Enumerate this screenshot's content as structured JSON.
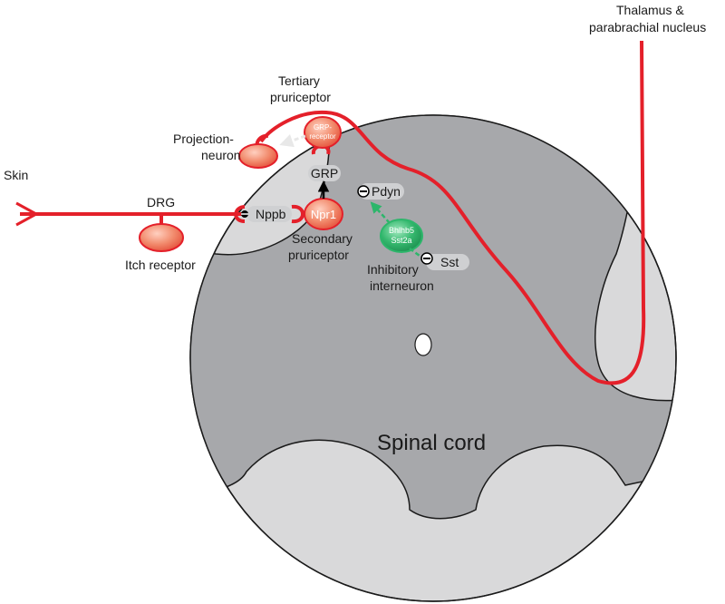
{
  "labels": {
    "thalamus_line1": "Thalamus &",
    "thalamus_line2": "parabrachial nucleus",
    "skin": "Skin",
    "drg": "DRG",
    "itch_receptor": "Itch receptor",
    "tertiary_line1": "Tertiary",
    "tertiary_line2": "pruriceptor",
    "projection_line1": "Projection-",
    "projection_line2": "neuron",
    "secondary_line1": "Secondary",
    "secondary_line2": "pruriceptor",
    "inhibitory_line1": "Inhibitory",
    "inhibitory_line2": "interneuron",
    "spinal_cord": "Spinal cord"
  },
  "molecules": {
    "nppb": "Nppb",
    "grp": "GRP",
    "pdyn": "Pdyn",
    "sst": "Sst"
  },
  "cells": {
    "npr1": "Npr1",
    "grp_receptor_line1": "GRP-",
    "grp_receptor_line2": "receptor",
    "bhlhb5": "Bhlhb5",
    "sst2a": "Sst2a"
  },
  "colors": {
    "neuron_red": "#e4202a",
    "cell_salmon": "#f07a5e",
    "inhibitory_green": "#2db66b",
    "gray_matter": "#a7a8ab",
    "white_matter": "#d9d9da",
    "outline": "#1a1a1a",
    "pill_gray": "#cfd0d2"
  }
}
